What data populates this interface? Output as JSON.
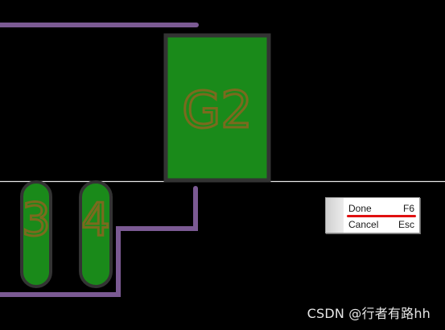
{
  "pcb": {
    "colors": {
      "background": "#000000",
      "trace": "#7b5a93",
      "pad_fill": "#1a8a1a",
      "pad_outline": "#333333",
      "pad_label": "#7a6a1e",
      "divider": "#e8e8e8"
    },
    "pads": [
      {
        "id": "G2",
        "label": "G2",
        "shape": "rectangle"
      },
      {
        "id": "3",
        "label": "3",
        "shape": "oval"
      },
      {
        "id": "4",
        "label": "4",
        "shape": "oval"
      }
    ]
  },
  "context_menu": {
    "items": [
      {
        "label": "Done",
        "shortcut": "F6"
      },
      {
        "label": "Cancel",
        "shortcut": "Esc"
      }
    ],
    "highlight_color": "#e01010"
  },
  "watermark": {
    "text": "CSDN @行者有路hh"
  }
}
